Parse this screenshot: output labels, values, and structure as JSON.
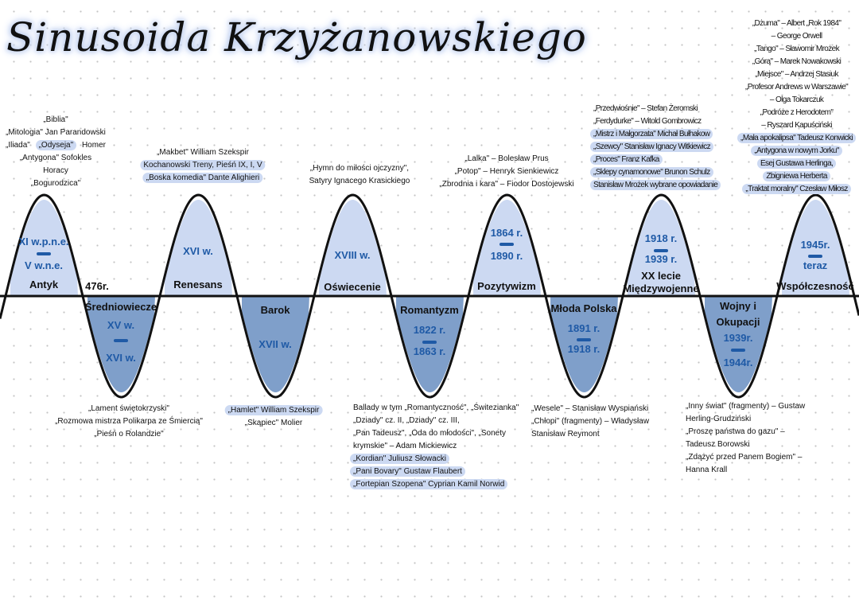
{
  "title": "Sinusoida Krzyżanowskiego",
  "colors": {
    "upper_fill": "#ccd9f2",
    "lower_fill": "#7f9fca",
    "date_text": "#1f5aa6",
    "line": "#111111"
  },
  "marker_476": "476r.",
  "epochs": [
    {
      "name": "Antyk",
      "from": "XI w.p.n.e.",
      "to": "V w.n.e.",
      "position": "upper"
    },
    {
      "name": "Średniowiecze",
      "from": "XV w.",
      "to": "XVI w.",
      "position": "lower"
    },
    {
      "name": "Renesans",
      "date": "XVI w.",
      "position": "upper"
    },
    {
      "name": "Barok",
      "date": "XVII w.",
      "position": "lower"
    },
    {
      "name": "Oświecenie",
      "date": "XVIII w.",
      "position": "upper"
    },
    {
      "name": "Romantyzm",
      "from": "1822 r.",
      "to": "1863 r.",
      "position": "lower"
    },
    {
      "name": "Pozytywizm",
      "from": "1864 r.",
      "to": "1890 r.",
      "position": "upper"
    },
    {
      "name": "Młoda Polska",
      "from": "1891 r.",
      "to": "1918 r.",
      "position": "lower"
    },
    {
      "name": "XX lecie",
      "name2": "Międzywojenne",
      "from": "1918 r.",
      "to": "1939 r.",
      "position": "upper"
    },
    {
      "name": "Wojny  i",
      "name2": "Okupacji",
      "from": "1939r.",
      "to": "1944r.",
      "position": "lower"
    },
    {
      "name": "Współczesność",
      "from": "1945r.",
      "to": "teraz",
      "position": "upper"
    }
  ],
  "works": [
    {
      "epoch": "Antyk",
      "lines": [
        [
          {
            "t": "„Biblia\""
          }
        ],
        [
          {
            "t": "„Mitologia\" Jan Parandowski"
          }
        ],
        [
          {
            "t": "„Iliada\" "
          },
          {
            "t": "„Odyseja\"",
            "hl": true
          },
          {
            "t": " Homer"
          }
        ],
        [
          {
            "t": "„Antygona\" Sofokles"
          }
        ],
        [
          {
            "t": "Horacy"
          }
        ],
        [
          {
            "t": "„Bogurodzica\""
          }
        ]
      ]
    },
    {
      "epoch": "Renesans",
      "lines": [
        [
          {
            "t": "„Makbet\" William Szekspir"
          }
        ],
        [
          {
            "t": "Kochanowski Treny, Pieśń IX, I, V",
            "hl": true
          }
        ],
        [
          {
            "t": "„Boska komedia\" Dante Alighieri",
            "hl": true
          }
        ]
      ]
    },
    {
      "epoch": "Oświecenie",
      "lines": [
        [
          {
            "t": "„Hymn do miłości ojczyzny\","
          }
        ],
        [
          {
            "t": "Satyry Ignacego Krasickiego"
          }
        ]
      ]
    },
    {
      "epoch": "Pozytywizm",
      "lines": [
        [
          {
            "t": "„Lalka\" – Bolesław Prus"
          }
        ],
        [
          {
            "t": "„Potop\" – Henryk Sienkiewicz"
          }
        ],
        [
          {
            "t": "„Zbrodnia i kara\" – Fiodor Dostojewski"
          }
        ]
      ]
    },
    {
      "epoch": "XX lecie",
      "lines": [
        [
          {
            "t": "„Przedwiośnie\" – Stefan Żeromski"
          }
        ],
        [
          {
            "t": "„Ferdydurke\" – Witold Gombrowicz"
          }
        ],
        [
          {
            "t": "„Mistrz i Małgorzata\" Michał Bułhakow",
            "hl": true
          }
        ],
        [
          {
            "t": "„Szewcy\" Stanisław Ignacy Witkiewicz",
            "hl": true
          }
        ],
        [
          {
            "t": "„Proces\" Franz Kafka",
            "hl": true
          }
        ],
        [
          {
            "t": "„Sklepy cynamonowe\" Brunon Schulz",
            "hl": true
          }
        ],
        [
          {
            "t": "Stanisław Mrożek wybrane opowiadanie",
            "hl": true
          }
        ]
      ]
    },
    {
      "epoch": "Współczesność",
      "lines": [
        [
          {
            "t": "„Dżuma\" – Albert „Rok 1984\""
          }
        ],
        [
          {
            "t": "– George Orwell"
          }
        ],
        [
          {
            "t": "„Tango\" – Sławomir Mrożek"
          }
        ],
        [
          {
            "t": "„Górą\" – Marek Nowakowski"
          }
        ],
        [
          {
            "t": "„Miejsce\" – Andrzej Stasiuk"
          }
        ],
        [
          {
            "t": "„Profesor Andrews w Warszawie\""
          }
        ],
        [
          {
            "t": "– Olga Tokarczuk"
          }
        ],
        [
          {
            "t": "„Podróże z Herodotem\""
          }
        ],
        [
          {
            "t": "– Ryszard Kapuściński"
          }
        ],
        [
          {
            "t": "„Mała apokalipsa\" Tadeusz Konwicki",
            "hl": true
          }
        ],
        [
          {
            "t": "„Antygona w nowym Jorku\"",
            "hl": true
          }
        ],
        [
          {
            "t": "Esej Gustawa Herlinga,",
            "hl": true
          }
        ],
        [
          {
            "t": "Zbigniewa Herberta",
            "hl": true
          }
        ],
        [
          {
            "t": "„Traktat moralny\" Czesław Miłosz",
            "hl": true
          }
        ]
      ]
    },
    {
      "epoch": "Średniowiecze",
      "lines": [
        [
          {
            "t": "„Lament świętokrzyski\""
          }
        ],
        [
          {
            "t": "„Rozmowa mistrza Polikarpa ze Śmiercią\""
          }
        ],
        [
          {
            "t": "„Pieśń o Rolandzie\""
          }
        ]
      ]
    },
    {
      "epoch": "Barok",
      "lines": [
        [
          {
            "t": "„Hamlet\" William Szekspir",
            "hl": true
          }
        ],
        [
          {
            "t": "„Skąpiec\" Molier"
          }
        ]
      ]
    },
    {
      "epoch": "Romantyzm",
      "lines": [
        [
          {
            "t": "Ballady w tym „Romantyczność\", „Świtezianka\""
          }
        ],
        [
          {
            "t": "„Dziady\" cz. II, „Dziady\" cz. III,"
          }
        ],
        [
          {
            "t": "„Pan Tadeusz\", „Oda do młodości\", „Sonety"
          }
        ],
        [
          {
            "t": "krymskie\" – Adam Mickiewicz"
          }
        ],
        [
          {
            "t": "„Kordian\" Juliusz Słowacki",
            "hl": true
          }
        ],
        [
          {
            "t": "„Pani Bovary\" Gustaw Flaubert",
            "hl": true
          }
        ],
        [
          {
            "t": "„Fortepian Szopena\" Cyprian Kamil Norwid",
            "hl": true
          }
        ]
      ]
    },
    {
      "epoch": "Młoda Polska",
      "lines": [
        [
          {
            "t": "„Wesele\" – Stanisław Wyspiański"
          }
        ],
        [
          {
            "t": "„Chłopi\" (fragmenty) – Władysław"
          }
        ],
        [
          {
            "t": "Stanisław Reymont"
          }
        ]
      ]
    },
    {
      "epoch": "Wojny i Okupacji",
      "lines": [
        [
          {
            "t": "  „Inny świat\" (fragmenty) – Gustaw"
          }
        ],
        [
          {
            "t": "Herling-Grudziński"
          }
        ],
        [
          {
            "t": "  „Proszę państwa do gazu\" –"
          }
        ],
        [
          {
            "t": "Tadeusz Borowski"
          }
        ],
        [
          {
            "t": "  „Zdążyć przed Panem Bogiem\" –"
          }
        ],
        [
          {
            "t": "Hanna Krall"
          }
        ]
      ]
    }
  ]
}
